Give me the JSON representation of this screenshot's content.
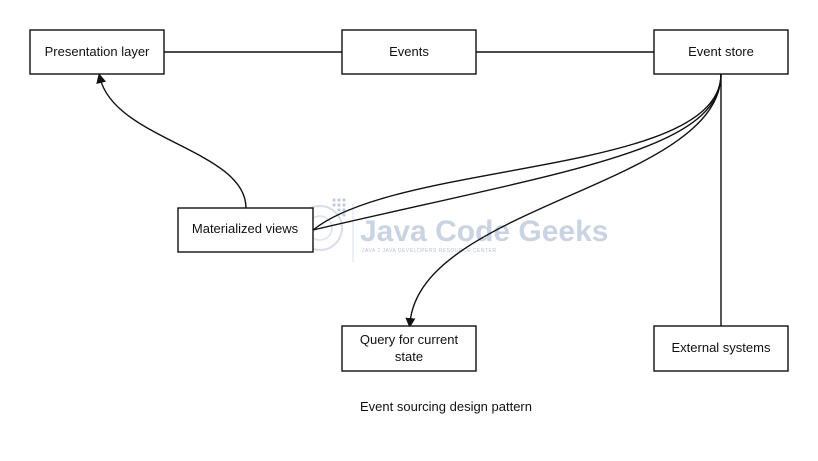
{
  "diagram": {
    "nodes": {
      "presentation": {
        "label": "Presentation layer"
      },
      "events": {
        "label": "Events"
      },
      "event_store": {
        "label": "Event store"
      },
      "materialized": {
        "label": "Materialized views"
      },
      "query": {
        "label_line1": "Query for current",
        "label_line2": "state"
      },
      "external": {
        "label": "External systems"
      }
    },
    "caption": "Event sourcing design pattern"
  },
  "watermark": {
    "brand": "Java Code Geeks",
    "tagline": "JAVA 2 JAVA DEVELOPERS RESOURCE CENTER",
    "colors": {
      "text": "#9fb0cc",
      "dots": "#a8b6cf"
    }
  },
  "colors": {
    "stroke": "#111111",
    "background": "#ffffff"
  }
}
